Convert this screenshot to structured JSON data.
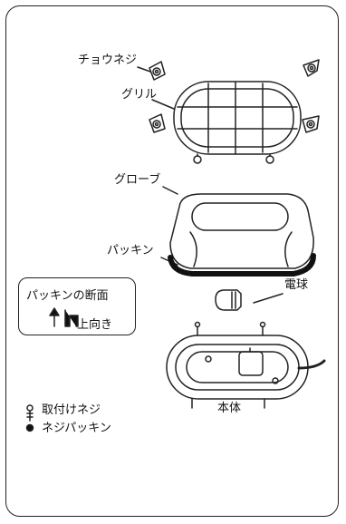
{
  "labels": {
    "wing_screw": "チョウネジ",
    "grill": "グリル",
    "globe": "グローブ",
    "gasket": "パッキン",
    "bulb": "電球",
    "body": "本体",
    "mount_screw": "取付けネジ",
    "screw_gasket": "ネジパッキン"
  },
  "legend": {
    "title": "パッキンの断面",
    "up_direction": "上向き"
  },
  "colors": {
    "line": "#222222",
    "gasket_fill": "#111111",
    "background": "#ffffff"
  }
}
